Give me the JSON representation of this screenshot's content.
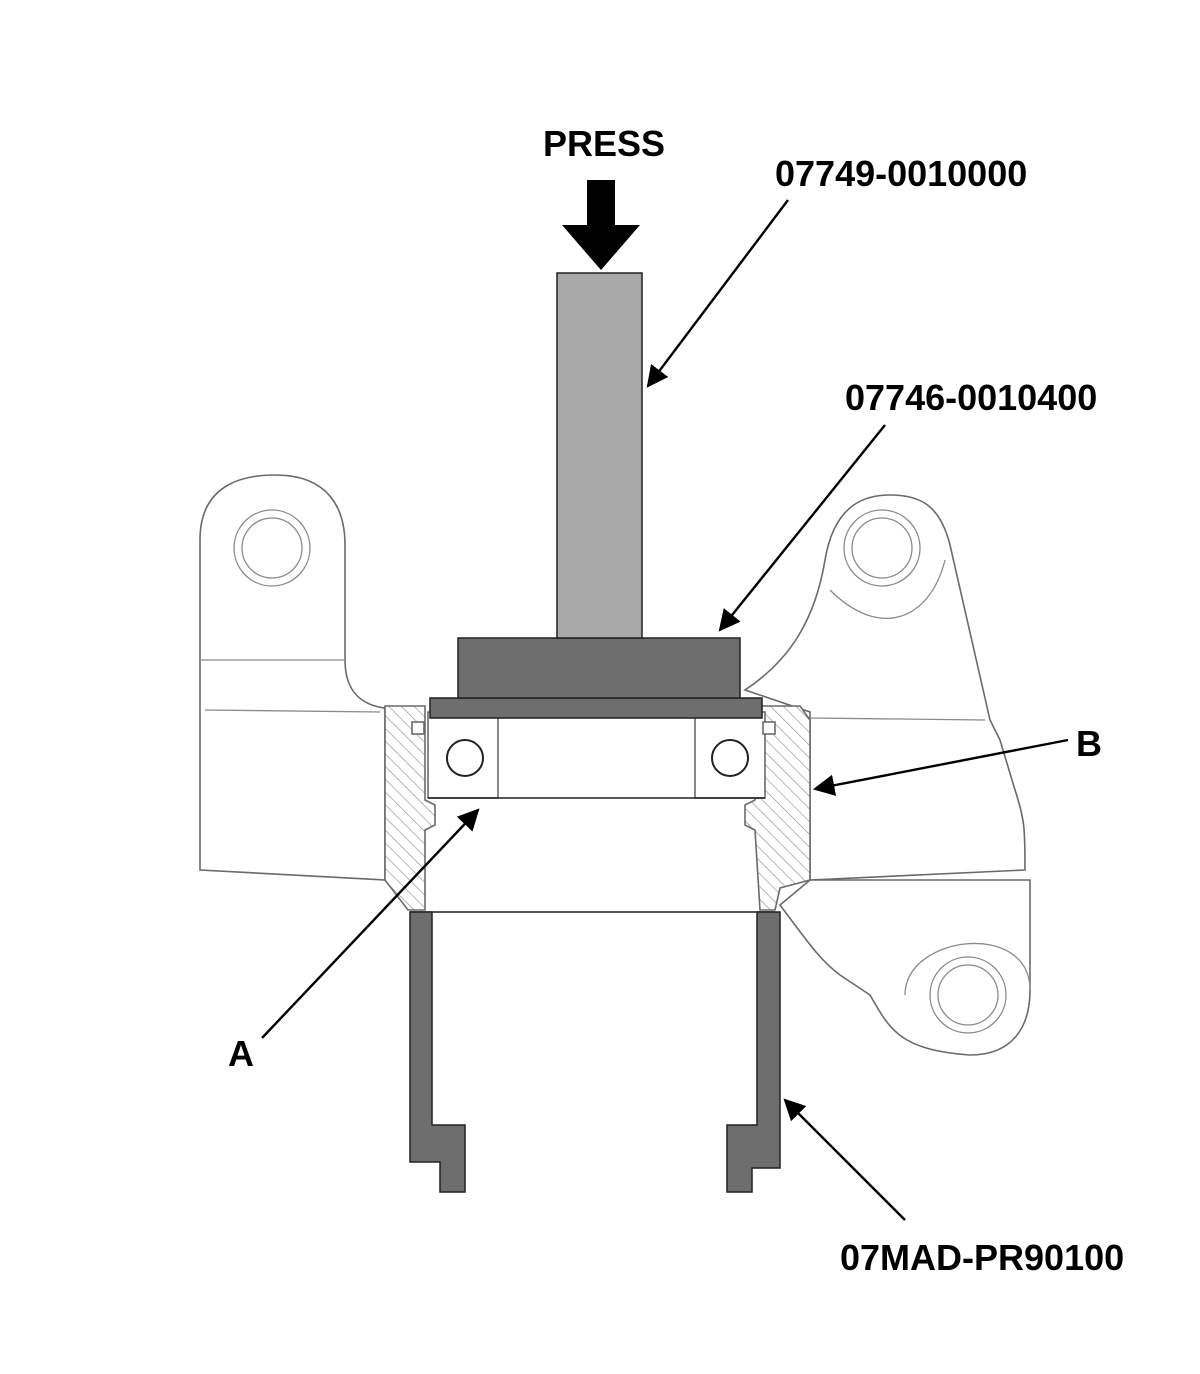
{
  "labels": {
    "press": "PRESS",
    "driver_handle": "07749-0010000",
    "attachment": "07746-0010400",
    "support_tool": "07MAD-PR90100",
    "bearing_a": "A",
    "knuckle_b": "B"
  },
  "colors": {
    "tool_fill_light": "#a8a8a8",
    "tool_fill_dark": "#6e6e6e",
    "outline": "#6a6a6a",
    "text": "#000000"
  }
}
